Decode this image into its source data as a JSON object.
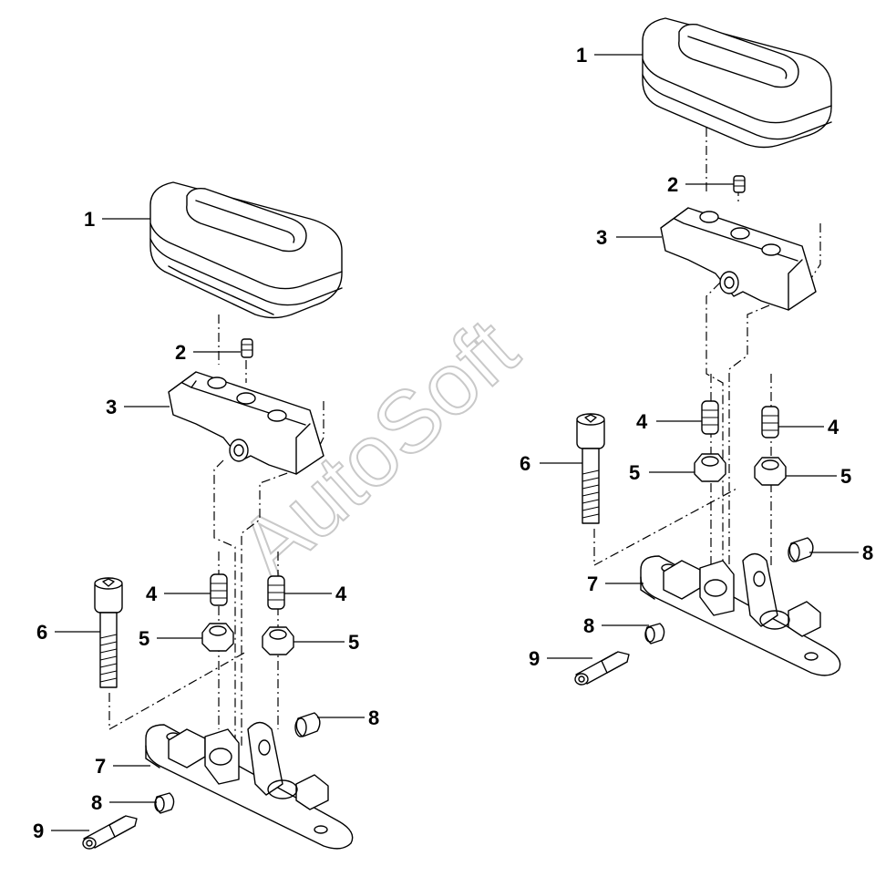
{
  "watermark": "AutoSoft",
  "left_assembly": {
    "callouts": [
      "1",
      "2",
      "3",
      "4",
      "4",
      "5",
      "5",
      "6",
      "7",
      "8",
      "8",
      "9"
    ]
  },
  "right_assembly": {
    "callouts": [
      "1",
      "2",
      "3",
      "4",
      "4",
      "5",
      "5",
      "6",
      "7",
      "8",
      "8",
      "9"
    ]
  }
}
